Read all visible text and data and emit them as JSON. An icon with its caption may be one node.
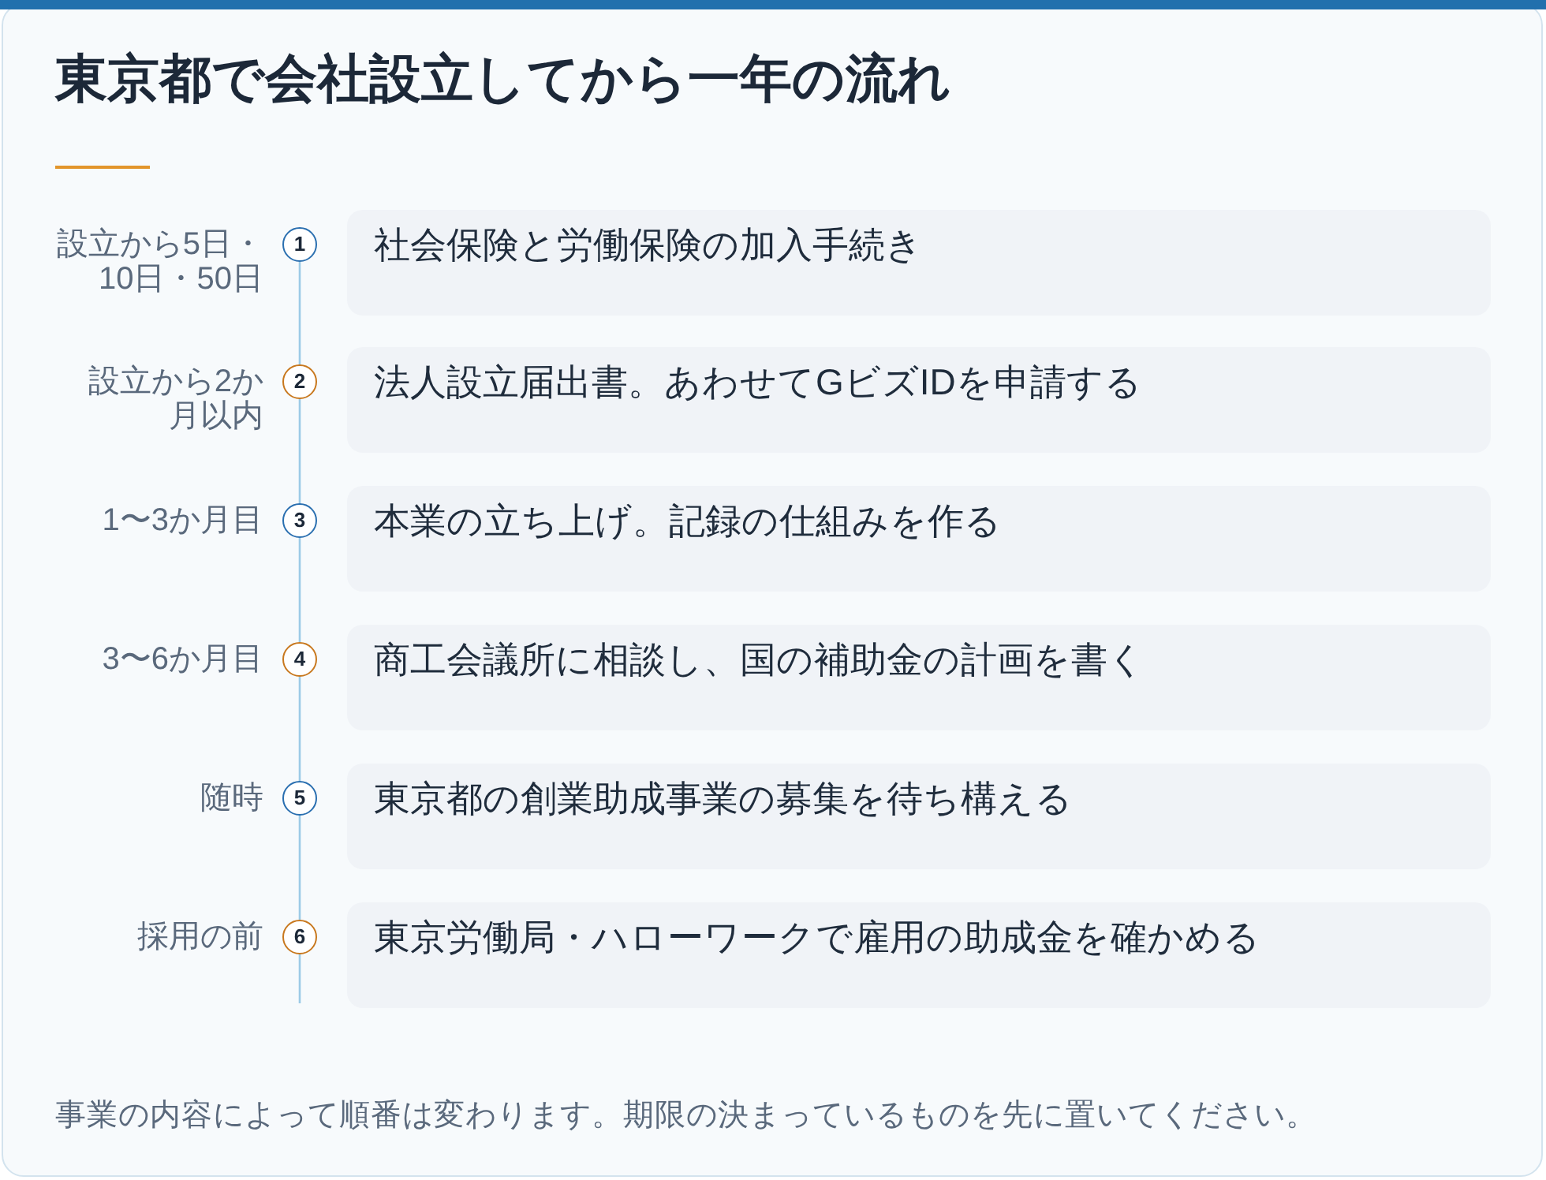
{
  "diagram": {
    "title": "東京都で会社設立してから一年の流れ",
    "nodes": [
      {
        "text": [
          "1"
        ],
        "beside": [
          "設立から5日・10日・50日"
        ]
      },
      {
        "text": [
          "社会保険と労働保険の加入手続き"
        ]
      },
      {
        "text": [
          "2"
        ],
        "beside": [
          "設立から2か月以内"
        ]
      },
      {
        "text": [
          "法人設立届出書。あわせてGビズIDを申請する"
        ]
      },
      {
        "text": [
          "3"
        ],
        "beside": [
          "1〜3か月目"
        ]
      },
      {
        "text": [
          "本業の立ち上げ。記録の仕組みを作る"
        ]
      },
      {
        "text": [
          "4"
        ],
        "beside": [
          "3〜6か月目"
        ]
      },
      {
        "text": [
          "商工会議所に相談し、国の補助金の計画を書く"
        ]
      },
      {
        "text": [
          "5"
        ],
        "beside": [
          "随時"
        ]
      },
      {
        "text": [
          "東京都の創業助成事業の募集を待ち構える"
        ]
      },
      {
        "text": [
          "6"
        ],
        "beside": [
          "採用の前"
        ]
      },
      {
        "text": [
          "東京労働局・ハローワークで雇用の助成金を確かめる"
        ]
      }
    ],
    "edges": [
      {
        "from": 0,
        "to": 2,
        "arrow": "none"
      },
      {
        "from": 2,
        "to": 4,
        "arrow": "none"
      },
      {
        "from": 4,
        "to": 6,
        "arrow": "none"
      },
      {
        "from": 6,
        "to": 8,
        "arrow": "none"
      },
      {
        "from": 8,
        "to": 10,
        "arrow": "none"
      }
    ],
    "caption": "事業の内容によって順番は変わります。期限の決まっているものを先に置いてください。"
  }
}
